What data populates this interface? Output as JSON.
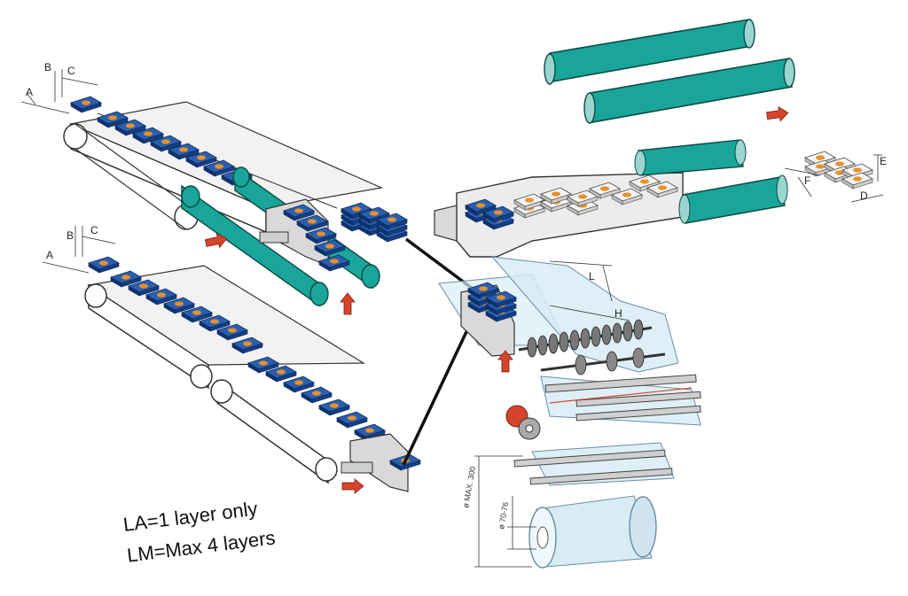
{
  "labels": {
    "upper_a": "A",
    "upper_b": "B",
    "upper_c": "C",
    "lower_a": "A",
    "lower_b": "B",
    "lower_c": "C",
    "right_e": "E",
    "right_f": "F",
    "right_d": "D",
    "film_l": "L",
    "film_h": "H",
    "roll_max": "ø MAX. 300",
    "roll_core": "ø 70-76"
  },
  "caption": {
    "line1": "LA=1 layer only",
    "line2": "LM=Max 4 layers"
  },
  "colors": {
    "belt_teal": "#1aa59a",
    "product_blue": "#1f4f9e",
    "product_dot": "#e8902a",
    "arrow_red": "#d6452b",
    "machine_grey": "#d9d9d9",
    "film_blue": "#d8ecf6"
  }
}
